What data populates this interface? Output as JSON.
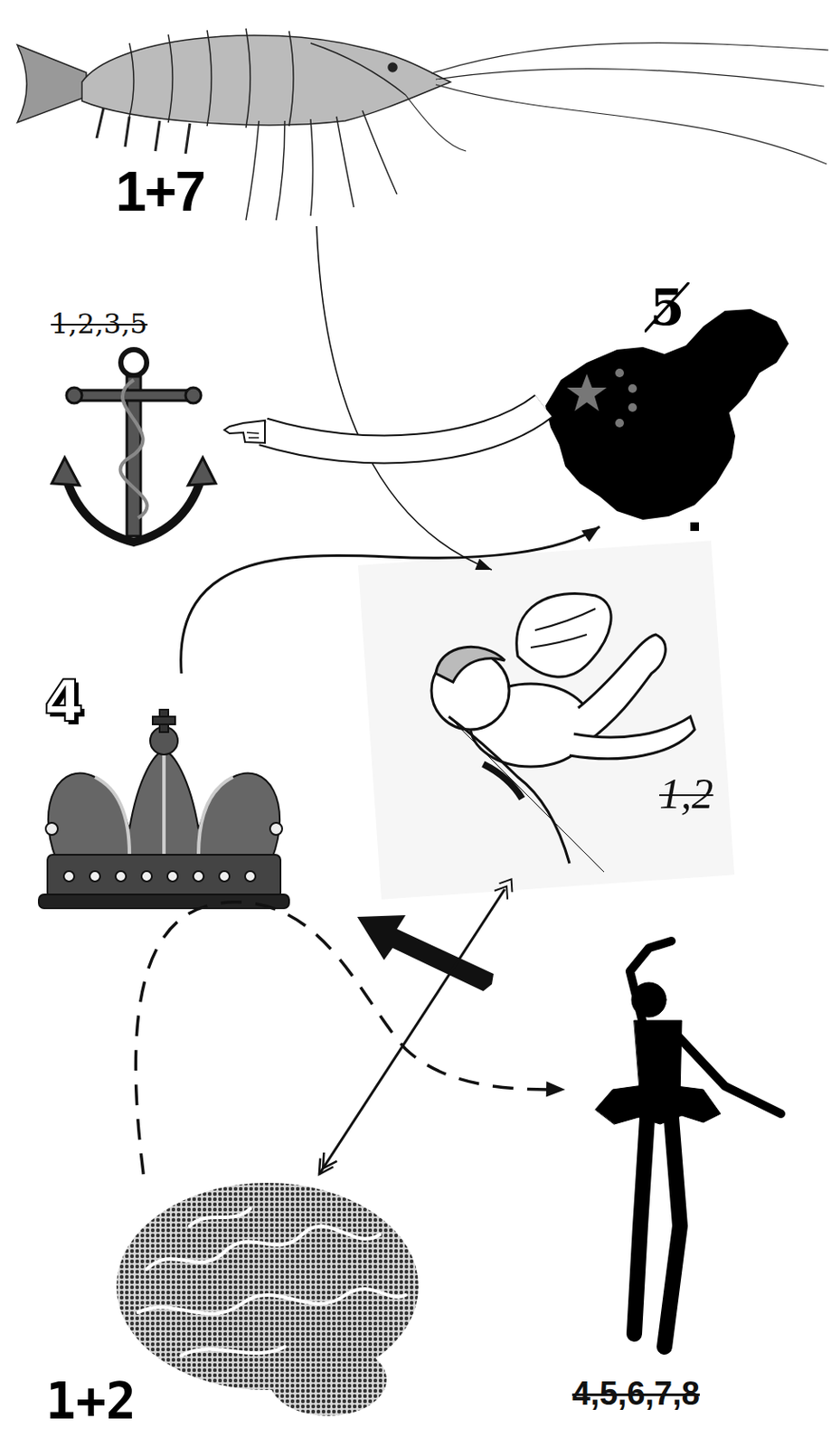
{
  "diagram": {
    "nodes": [
      {
        "text": [
          "1+7"
        ]
      },
      {
        "text": [
          "1,2,3,5"
        ]
      },
      {
        "text": [
          "5"
        ]
      },
      {
        "text": [
          "4"
        ]
      },
      {
        "text": [
          "1,2"
        ]
      },
      {
        "text": [
          "1+2"
        ]
      },
      {
        "text": [
          "4,5,6,7,8"
        ]
      }
    ],
    "edges": [
      {
        "from": 0,
        "to": 4,
        "arrow": "to"
      },
      {
        "from": 2,
        "to": 1,
        "arrow": "to"
      },
      {
        "from": 3,
        "to": 2,
        "arrow": "to"
      },
      {
        "from": 4,
        "to": 5,
        "arrow": "to"
      },
      {
        "from": 5,
        "to": 6,
        "arrow": "to"
      }
    ]
  }
}
